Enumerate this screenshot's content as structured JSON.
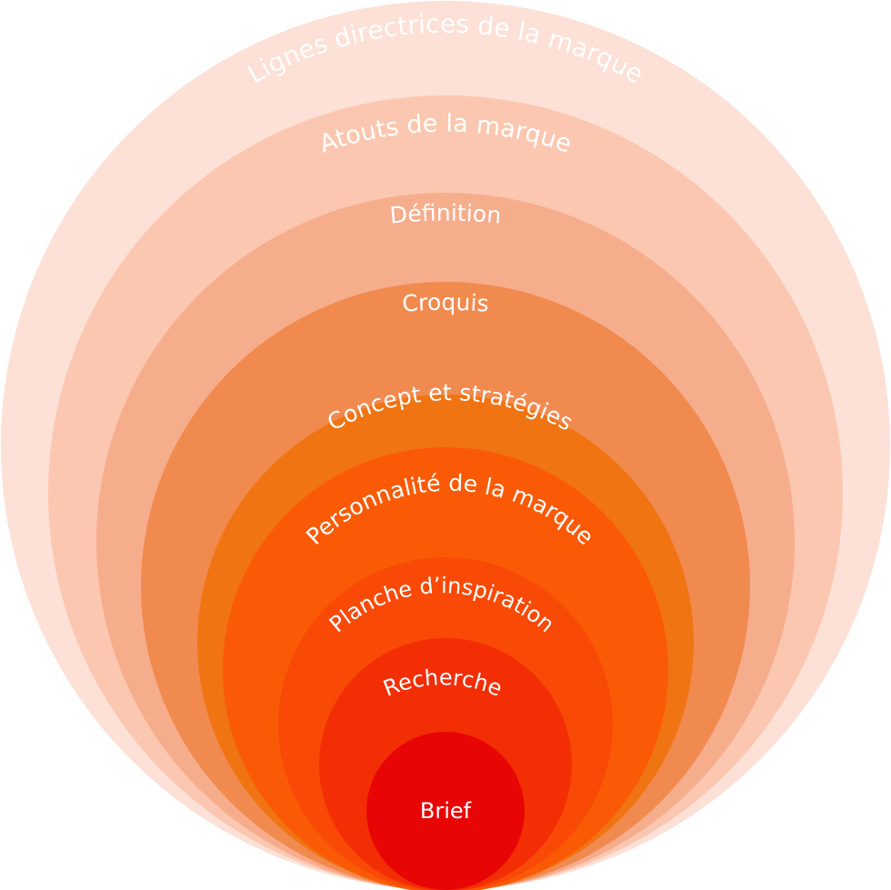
{
  "diagram": {
    "layers": [
      {
        "label": "Lignes directrices de  la marque",
        "color": "#fde0d6"
      },
      {
        "label": "Atouts de la marque",
        "color": "#fbc7b1"
      },
      {
        "label": "Définition",
        "color": "#f6ad8c"
      },
      {
        "label": "Croquis",
        "color": "#f18a4f"
      },
      {
        "label": "Concept et stratégies",
        "color": "#f07412"
      },
      {
        "label": "Personnalité de la marque",
        "color": "#fa5a05"
      },
      {
        "label": "Planche d’inspiration",
        "color": "#f84a06"
      },
      {
        "label": "Recherche",
        "color": "#f32e04"
      },
      {
        "label": "Brief",
        "color": "#e80505"
      }
    ]
  }
}
